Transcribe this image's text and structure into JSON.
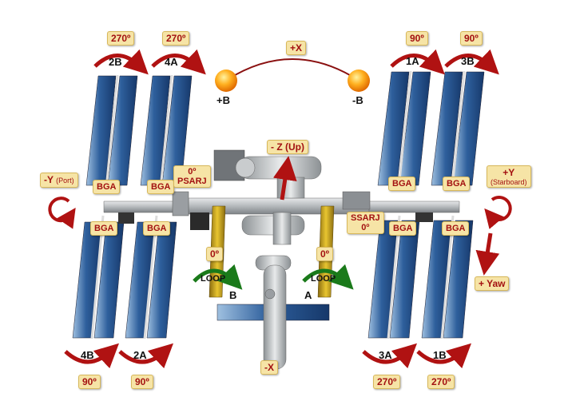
{
  "colors": {
    "tag_bg": "#f6e4a6",
    "tag_text": "#a31111",
    "arrow": "#b01212",
    "loop": "#1a7a1a",
    "panel": "#1d4a86",
    "truss": "#bfc3c6",
    "radiator": "#e0bc2a"
  },
  "sun": {
    "top_label": "+X",
    "left_label": "+B",
    "right_label": "-B"
  },
  "arrays": {
    "p2b": {
      "name": "2B",
      "angle": "270º"
    },
    "p4a": {
      "name": "4A",
      "angle": "270º"
    },
    "p4b": {
      "name": "4B",
      "angle": "90º"
    },
    "p2a": {
      "name": "2A",
      "angle": "90º"
    },
    "p1a": {
      "name": "1A",
      "angle": "90º"
    },
    "p3b": {
      "name": "3B",
      "angle": "90º"
    },
    "p3a": {
      "name": "3A",
      "angle": "270º"
    },
    "p1b": {
      "name": "1B",
      "angle": "270º"
    }
  },
  "bga_label": "BGA",
  "port": {
    "text": "-Y",
    "sub": "(Port)"
  },
  "starboard": {
    "text": "+Y",
    "sub": "(Starboard)"
  },
  "psarj": {
    "angle": "0º",
    "name": "PSARJ"
  },
  "ssarj": {
    "name": "SSARJ",
    "angle": "0º"
  },
  "z_up": "- Z (Up)",
  "loop_left": {
    "angle": "0º",
    "text": "LOOP",
    "letter": "B"
  },
  "loop_right": {
    "angle": "0º",
    "text": "LOOP",
    "letter": "A"
  },
  "yaw": "+ Yaw",
  "minus_x": "-X"
}
